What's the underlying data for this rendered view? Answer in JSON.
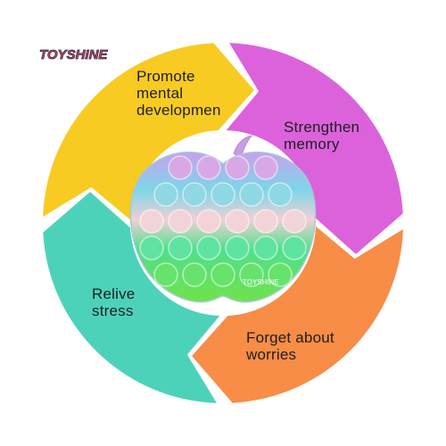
{
  "brand": {
    "logo_text": "TOYSHINE",
    "watermark_text": "TOYSHINE"
  },
  "segments": [
    {
      "label_lines": [
        "Promote",
        "mental",
        "developmen"
      ],
      "color": "#f8cb23"
    },
    {
      "label_lines": [
        "Strengthen",
        "memory"
      ],
      "color": "#dc62dc"
    },
    {
      "label_lines": [
        "Forget about",
        "worries"
      ],
      "color": "#f78d47"
    },
    {
      "label_lines": [
        "Relive",
        "stress"
      ],
      "color": "#4dd2ba"
    }
  ],
  "product": {
    "name_icon": "apple-pop-it-icon",
    "row_colors": [
      "#d8a8e6",
      "#8fd8e4",
      "#f2d4d8",
      "#5fe3a0",
      "#66e36a"
    ],
    "bubbles_per_row": [
      4,
      5,
      6,
      6,
      5
    ]
  },
  "colors": {
    "text": "#1e1e1e",
    "background": "#ffffff"
  }
}
